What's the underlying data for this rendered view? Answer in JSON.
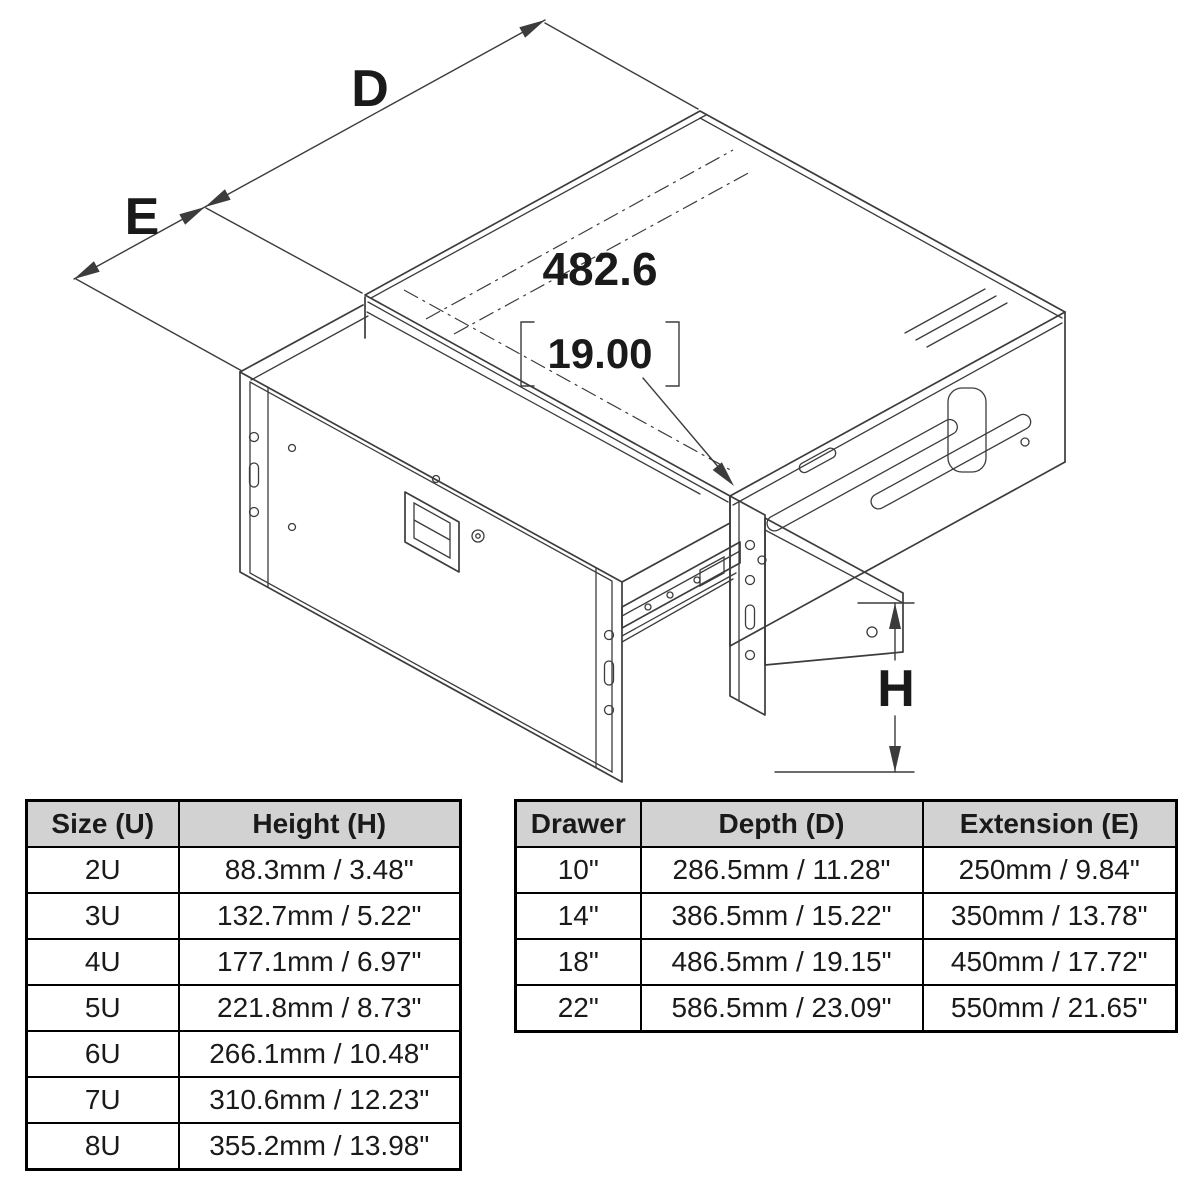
{
  "diagram": {
    "labels": {
      "depth": "D",
      "extension": "E",
      "height": "H",
      "width_mm": "482.6",
      "width_in": "19.00"
    }
  },
  "size_table": {
    "headers": [
      "Size (U)",
      "Height (H)"
    ],
    "rows": [
      [
        "2U",
        "88.3mm / 3.48\""
      ],
      [
        "3U",
        "132.7mm / 5.22\""
      ],
      [
        "4U",
        "177.1mm / 6.97\""
      ],
      [
        "5U",
        "221.8mm / 8.73\""
      ],
      [
        "6U",
        "266.1mm / 10.48\""
      ],
      [
        "7U",
        "310.6mm / 12.23\""
      ],
      [
        "8U",
        "355.2mm / 13.98\""
      ]
    ]
  },
  "drawer_table": {
    "headers": [
      "Drawer",
      "Depth (D)",
      "Extension (E)"
    ],
    "rows": [
      [
        "10\"",
        "286.5mm / 11.28\"",
        "250mm / 9.84\""
      ],
      [
        "14\"",
        "386.5mm / 15.22\"",
        "350mm / 13.78\""
      ],
      [
        "18\"",
        "486.5mm / 19.15\"",
        "450mm / 17.72\""
      ],
      [
        "22\"",
        "586.5mm / 23.09\"",
        "550mm / 21.65\""
      ]
    ]
  },
  "colors": {
    "background": "#ffffff",
    "line": "#3c3c3c",
    "text": "#1a1a1a",
    "table_header_bg": "#d2d2d2",
    "table_border": "#000000"
  }
}
